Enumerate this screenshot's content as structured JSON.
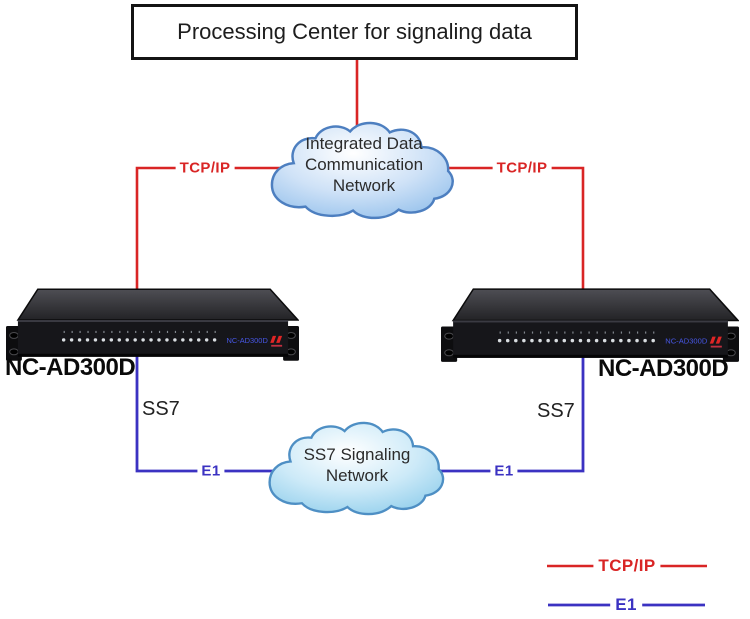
{
  "title_box": {
    "label": "Processing Center for signaling data"
  },
  "clouds": {
    "top": {
      "label": "Integrated Data Communication Network"
    },
    "bottom": {
      "label": "SS7 Signaling Network"
    }
  },
  "devices": {
    "left": {
      "caption": "NC-AD300D",
      "panel_text": "NC-AD300D"
    },
    "right": {
      "caption": "NC-AD300D",
      "panel_text": "NC-AD300D"
    }
  },
  "connections": {
    "tcpip_left": {
      "label": "TCP/IP"
    },
    "tcpip_right": {
      "label": "TCP/IP"
    },
    "ss7_left": {
      "label": "SS7"
    },
    "ss7_right": {
      "label": "SS7"
    },
    "e1_left": {
      "label": "E1"
    },
    "e1_right": {
      "label": "E1"
    }
  },
  "legend": {
    "tcpip": {
      "label": "TCP/IP",
      "color": "#d92525"
    },
    "e1": {
      "label": "E1",
      "color": "#3b32c2"
    }
  },
  "colors": {
    "tcp_line": "#d92525",
    "e1_line": "#3b32c2",
    "cloud_border": "#4d7fc0"
  }
}
